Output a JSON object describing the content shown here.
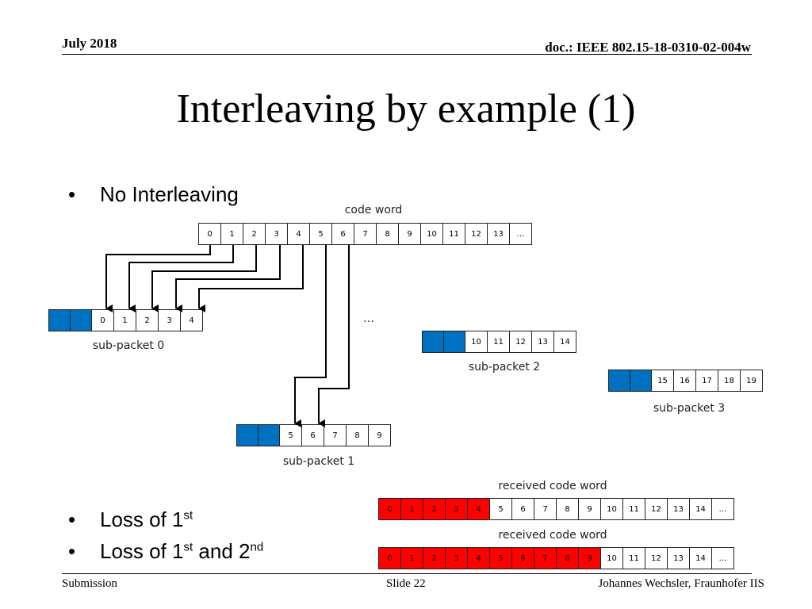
{
  "header": {
    "date": "July 2018",
    "doc": "doc.: IEEE 802.15-18-0310-02-004w"
  },
  "title": "Interleaving by example (1)",
  "bullets": {
    "b1": "No Interleaving",
    "b2_text": "Loss of 1",
    "b2_sup": "st",
    "b3_text1": "Loss of 1",
    "b3_sup1": "st",
    "b3_text2": " and 2",
    "b3_sup2": "nd",
    "dot": "•"
  },
  "diagram": {
    "codeword_label": "code word",
    "codeword": [
      "0",
      "1",
      "2",
      "3",
      "4",
      "5",
      "6",
      "7",
      "8",
      "9",
      "10",
      "11",
      "12",
      "13",
      "…"
    ],
    "ellipsis": "…",
    "subpacket0": {
      "label": "sub-packet 0",
      "cells": [
        "0",
        "1",
        "2",
        "3",
        "4"
      ]
    },
    "subpacket1": {
      "label": "sub-packet 1",
      "cells": [
        "5",
        "6",
        "7",
        "8",
        "9"
      ]
    },
    "subpacket2": {
      "label": "sub-packet 2",
      "cells": [
        "10",
        "11",
        "12",
        "13",
        "14"
      ]
    },
    "subpacket3": {
      "label": "sub-packet 3",
      "cells": [
        "15",
        "16",
        "17",
        "18",
        "19"
      ]
    },
    "received1": {
      "label": "received code word",
      "cells": [
        "0",
        "1",
        "2",
        "3",
        "4",
        "5",
        "6",
        "7",
        "8",
        "9",
        "10",
        "11",
        "12",
        "13",
        "14",
        "…"
      ],
      "lost_count": 5
    },
    "received2": {
      "label": "received code word",
      "cells": [
        "0",
        "1",
        "2",
        "3",
        "4",
        "5",
        "6",
        "7",
        "8",
        "9",
        "10",
        "11",
        "12",
        "13",
        "14",
        "…"
      ],
      "lost_count": 10
    },
    "colors": {
      "header_cell": "#0070c0",
      "lost_cell": "#ff0000"
    }
  },
  "footer": {
    "left": "Submission",
    "center": "Slide 22",
    "right": "Johannes Wechsler, Fraunhofer IIS"
  }
}
